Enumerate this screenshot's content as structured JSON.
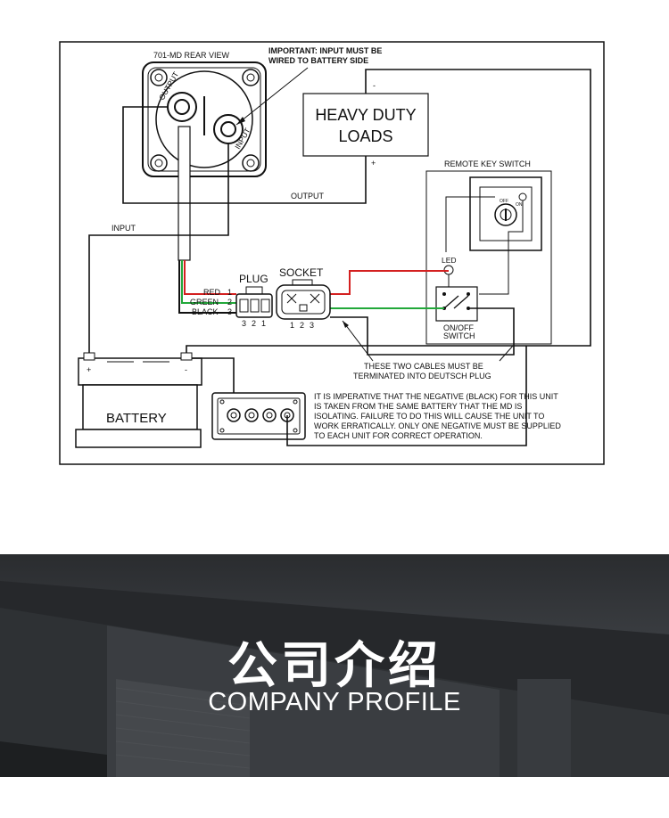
{
  "diagram": {
    "rear_view_title": "701-MD REAR VIEW",
    "output_terminal": "OUTPUT",
    "input_terminal": "INPUT",
    "important_note_line1": "IMPORTANT: INPUT MUST BE",
    "important_note_line2": "WIRED TO BATTERY SIDE",
    "loads_line1": "HEAVY DUTY",
    "loads_line2": "LOADS",
    "loads_minus": "-",
    "loads_plus": "+",
    "output_wire": "OUTPUT",
    "input_wire": "INPUT",
    "remote_key_switch": "REMOTE KEY SWITCH",
    "key_off": "OFF",
    "key_on": "ON",
    "led": "LED",
    "switch_line1": "ON/OFF",
    "switch_line2": "SWITCH",
    "plug": "PLUG",
    "socket": "SOCKET",
    "wire_red": "RED",
    "wire_green": "GREEN",
    "wire_black": "BLACK",
    "plug_pin_labels": [
      "1",
      "2",
      "3"
    ],
    "plug_pin_numbers": [
      "3",
      "2",
      "1"
    ],
    "socket_pin_numbers": [
      "1",
      "2",
      "3"
    ],
    "cables_note_line1": "THESE TWO CABLES MUST BE",
    "cables_note_line2": "TERMINATED INTO DEUTSCH PLUG",
    "battery": "BATTERY",
    "battery_plus": "+",
    "battery_minus": "-",
    "negative_note": [
      "IT IS IMPERATIVE THAT THE NEGATIVE (BLACK) FOR THIS UNIT",
      "IS TAKEN FROM THE SAME BATTERY THAT THE MD IS",
      "ISOLATING. FAILURE TO DO THIS WILL CAUSE THE UNIT TO",
      "WORK ERRATICALLY. ONLY ONE NEGATIVE MUST BE SUPPLIED",
      "TO EACH UNIT FOR CORRECT OPERATION."
    ],
    "colors": {
      "red_wire": "#d42020",
      "green_wire": "#22a83a",
      "black_wire": "#111111"
    }
  },
  "profile": {
    "title": "公司介绍",
    "subtitle": "COMPANY PROFILE",
    "background_color": "#34373a"
  }
}
